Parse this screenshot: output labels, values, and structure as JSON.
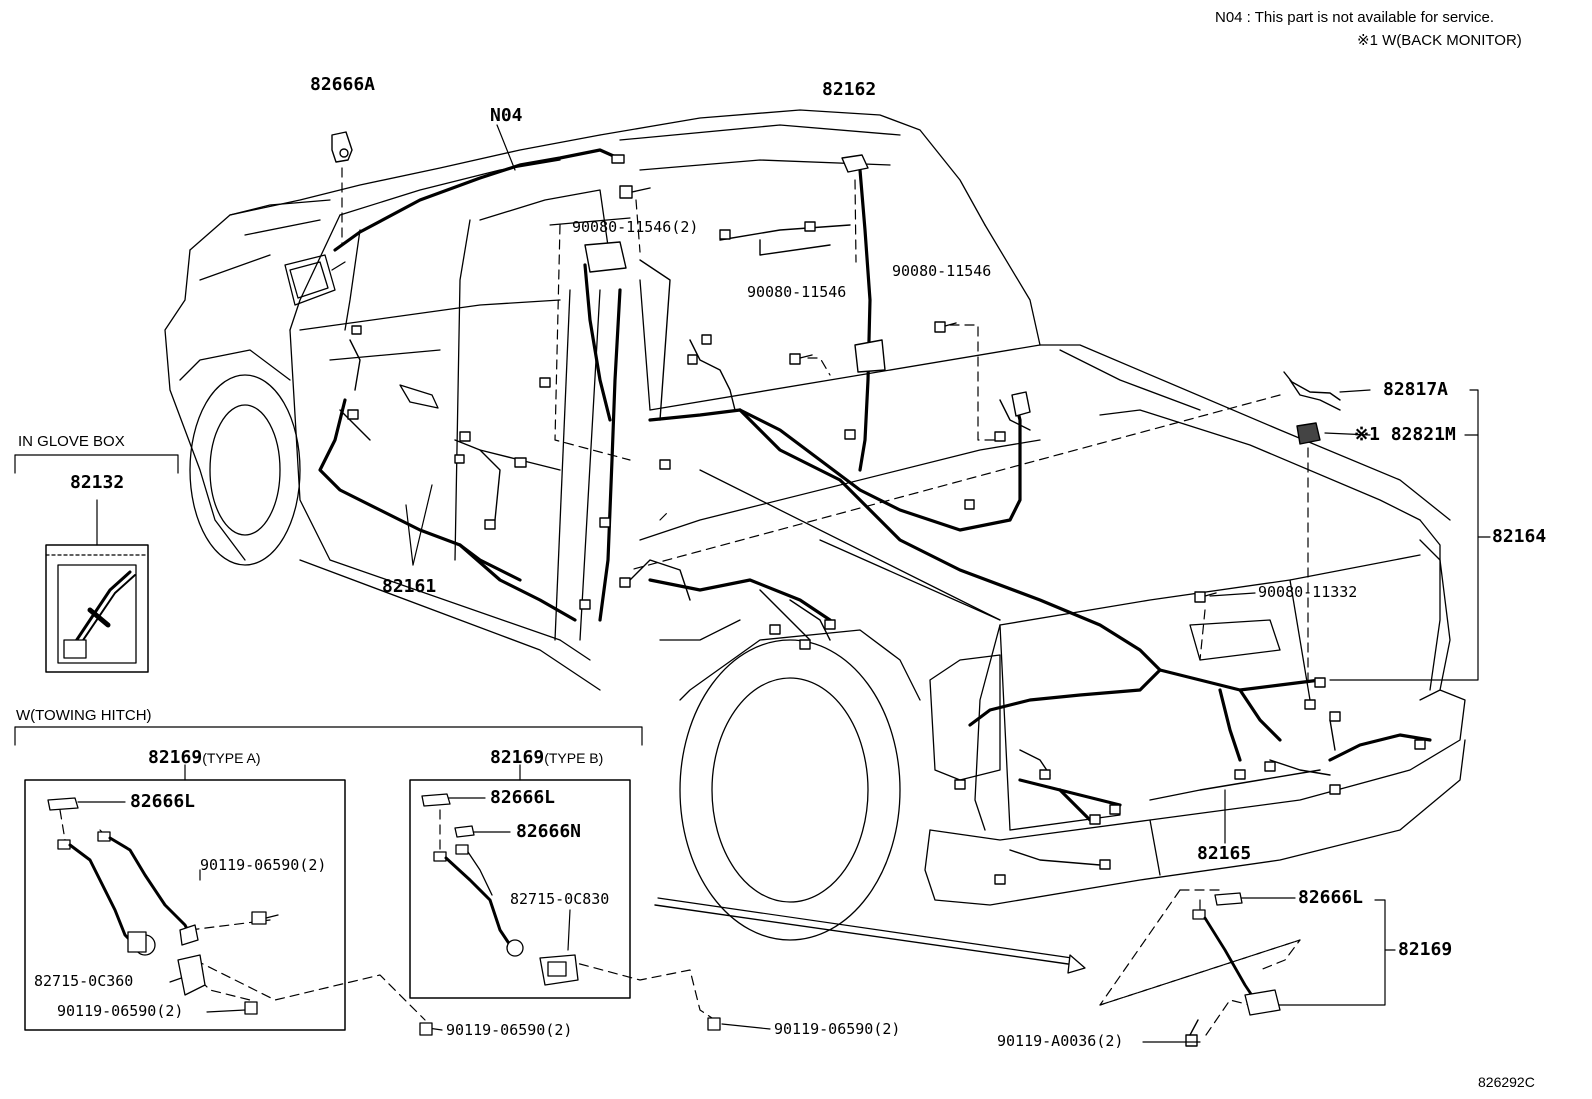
{
  "notes": {
    "n04_note": "N04 : This part is not available for service.",
    "back_monitor_note": "※1 W(BACK MONITOR)"
  },
  "parts": {
    "p82666A": "82666A",
    "pN04": "N04",
    "p82162": "82162",
    "p90080_11546_2": "90080-11546(2)",
    "p90080_11546_a": "90080-11546",
    "p90080_11546_b": "90080-11546",
    "p82817A": "82817A",
    "p82821M": "※1 82821M",
    "p82164": "82164",
    "p90080_11332": "90080-11332",
    "p82161": "82161",
    "p82165": "82165",
    "p82666L_c": "82666L",
    "p82169_c": "82169",
    "p90119_A0036_2": "90119-A0036(2)"
  },
  "glovebox": {
    "title": "IN GLOVE BOX",
    "part": "82132"
  },
  "towing": {
    "title": "W(TOWING HITCH)",
    "type_a": {
      "part": "82169",
      "type": "(TYPE A)",
      "p82666L": "82666L",
      "p90119_top": "90119-06590(2)",
      "p82715": "82715-0C360",
      "p90119_bottom": "90119-06590(2)",
      "p90119_out": "90119-06590(2)"
    },
    "type_b": {
      "part": "82169",
      "type": "(TYPE B)",
      "p82666L": "82666L",
      "p82666N": "82666N",
      "p82715": "82715-0C830",
      "p90119_out": "90119-06590(2)"
    }
  },
  "code": "826292C"
}
